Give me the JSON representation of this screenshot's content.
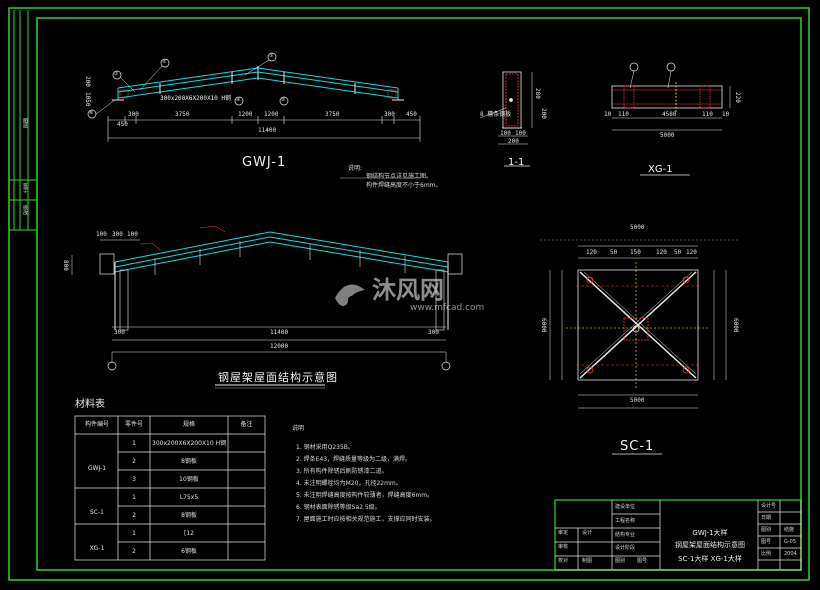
{
  "colors": {
    "frame": "#2bd62b",
    "beam": "#00e5e5",
    "line": "#e8e8e8",
    "hatch": "#ff3030",
    "yellow": "#ffff40",
    "red": "#ff2020"
  },
  "gwj": {
    "caption": "GWJ-1",
    "dims_top": [
      "450",
      "300",
      "3750",
      "1200",
      "1200",
      "3750",
      "300",
      "450"
    ],
    "dim_total": "11400",
    "section_text": "300x200X6X200X10 H钢",
    "callouts": [
      "①",
      "②",
      "③",
      "④",
      "⑤",
      "⑥"
    ],
    "notes_title": "说明:",
    "notes": [
      "钢结构节点详见施工图。",
      "构件焊缝高度不小于6mm。"
    ],
    "left_dims": [
      "200",
      "1050"
    ]
  },
  "section11": {
    "caption": "1-1",
    "dims": [
      "100",
      "100",
      "200",
      "280",
      "200"
    ],
    "label": "8 檩条钢板"
  },
  "xg": {
    "caption": "XG-1",
    "dims": [
      "10",
      "110",
      "4580",
      "110",
      "10"
    ],
    "total": "5000",
    "side": "220"
  },
  "roof": {
    "caption": "钢屋架屋面结构示意图",
    "dims_top": [
      "100",
      "300",
      "100"
    ],
    "span": "11400",
    "total": "12000",
    "side": "300",
    "left": "800"
  },
  "sc": {
    "caption": "SC-1",
    "top": "5000",
    "bottom": "5000",
    "side": "6000",
    "small": [
      "120",
      "50",
      "150",
      "120",
      "50",
      "120"
    ]
  },
  "materials": {
    "title": "材料表",
    "headers": [
      "构件编号",
      "零件号",
      "规格",
      "备注"
    ],
    "rows": [
      {
        "group": "GWJ-1",
        "no": "1",
        "spec": "300x200X6X200X10 H钢"
      },
      {
        "group": "",
        "no": "2",
        "spec": "8钢板"
      },
      {
        "group": "",
        "no": "3",
        "spec": "10钢板"
      },
      {
        "group": "SC-1",
        "no": "1",
        "spec": "L75x5"
      },
      {
        "group": "",
        "no": "2",
        "spec": "8钢板"
      },
      {
        "group": "XG-1",
        "no": "1",
        "spec": "[12"
      },
      {
        "group": "",
        "no": "2",
        "spec": "6钢板"
      }
    ]
  },
  "notes": {
    "title": "说明",
    "items": [
      "1. 钢材采用Q235B。",
      "2. 焊条E43，焊缝质量等级为二级，满焊。",
      "3. 所有构件除锈后刷防锈漆二道。",
      "4. 未注明螺栓均为M20，孔径22mm。",
      "5. 未注明焊缝高度按构件较薄者，焊缝高度6mm。",
      "6. 钢材表面除锈等级Sa2.5级。",
      "7. 屋面施工时应按相关规范施工，支撑应同时安装。"
    ]
  },
  "titleblock": {
    "title_lines": [
      "GWJ-1大样",
      "钢屋架屋面结构示意图",
      "SC-1大样    XG-1大样"
    ],
    "left_labels": [
      "审定",
      "审核",
      "校对",
      "设计",
      "制图"
    ],
    "mid_labels": [
      "建设单位",
      "工程名称",
      "结构专业",
      "设计阶段",
      "图别",
      "图号"
    ],
    "right_labels": [
      "设计号",
      "日期",
      "图别",
      "图号",
      "比例"
    ],
    "right_values": [
      "",
      "",
      "结施",
      "G-05",
      "2004"
    ]
  },
  "side_strip": [
    "图纸",
    "签字",
    "修改"
  ],
  "watermark": {
    "text": "沐风网",
    "url": "www.mfcad.com"
  }
}
